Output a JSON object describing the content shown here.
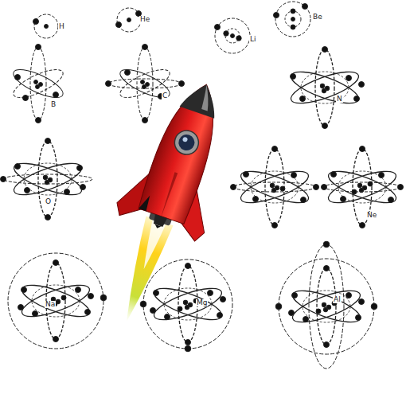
{
  "diagram": {
    "labels": [
      "H",
      "He",
      "Li",
      "Be",
      "B",
      "C",
      "N",
      "O",
      "Ne",
      "Na",
      "Mg",
      "Al"
    ]
  }
}
